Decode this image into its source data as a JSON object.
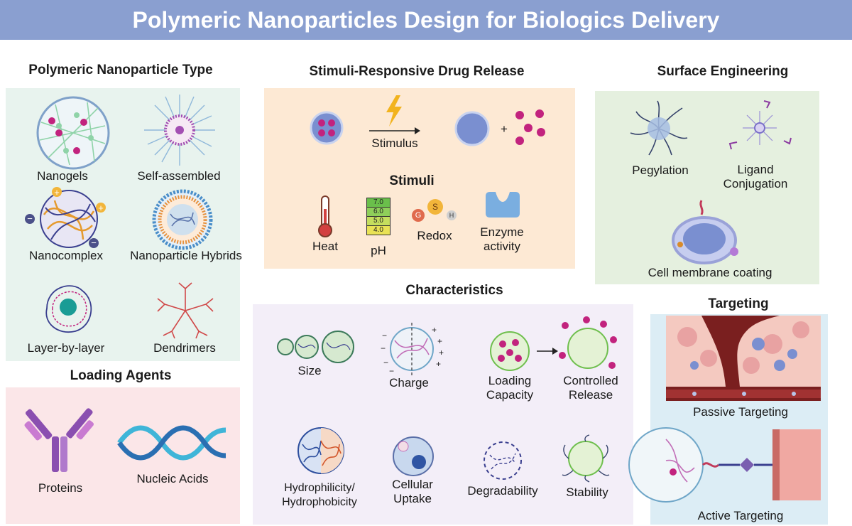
{
  "title": "Polymeric Nanoparticles Design for Biologics Delivery",
  "sections": {
    "types": {
      "title": "Polymeric Nanoparticle Type",
      "items": [
        "Nanogels",
        "Self-assembled",
        "Nanocomplex",
        "Nanoparticle Hybrids",
        "Layer-by-layer",
        "Dendrimers"
      ]
    },
    "loading": {
      "title": "Loading Agents",
      "items": [
        "Proteins",
        "Nucleic Acids"
      ]
    },
    "stimuli_release": {
      "title": "Stimuli-Responsive Drug Release",
      "arrow_label": "Stimulus",
      "stimuli_title": "Stimuli",
      "stimuli": [
        "Heat",
        "pH",
        "Redox",
        "Enzyme activity"
      ],
      "ph_values": [
        "7.0",
        "6.0",
        "5.0",
        "4.0"
      ],
      "redox_letters": [
        "G",
        "S",
        "H"
      ]
    },
    "surface": {
      "title": "Surface Engineering",
      "items": [
        "Pegylation",
        "Ligand Conjugation",
        "Cell membrane coating"
      ]
    },
    "characteristics": {
      "title": "Characteristics",
      "items": [
        "Size",
        "Charge",
        "Loading Capacity",
        "Controlled Release",
        "Hydrophilicity/ Hydrophobicity",
        "Cellular Uptake",
        "Degradability",
        "Stability"
      ]
    },
    "targeting": {
      "title": "Targeting",
      "items": [
        "Passive Targeting",
        "Active Targeting"
      ]
    }
  },
  "colors": {
    "banner": "#8a9fd0",
    "type_panel": "#e8f3ee",
    "loading_panel": "#fbe6e8",
    "stimuli_panel": "#fde9d4",
    "surface_panel": "#e5f0df",
    "char_panel": "#f3eef8",
    "target_panel": "#dcedf5",
    "cargo": "#c2237e"
  }
}
